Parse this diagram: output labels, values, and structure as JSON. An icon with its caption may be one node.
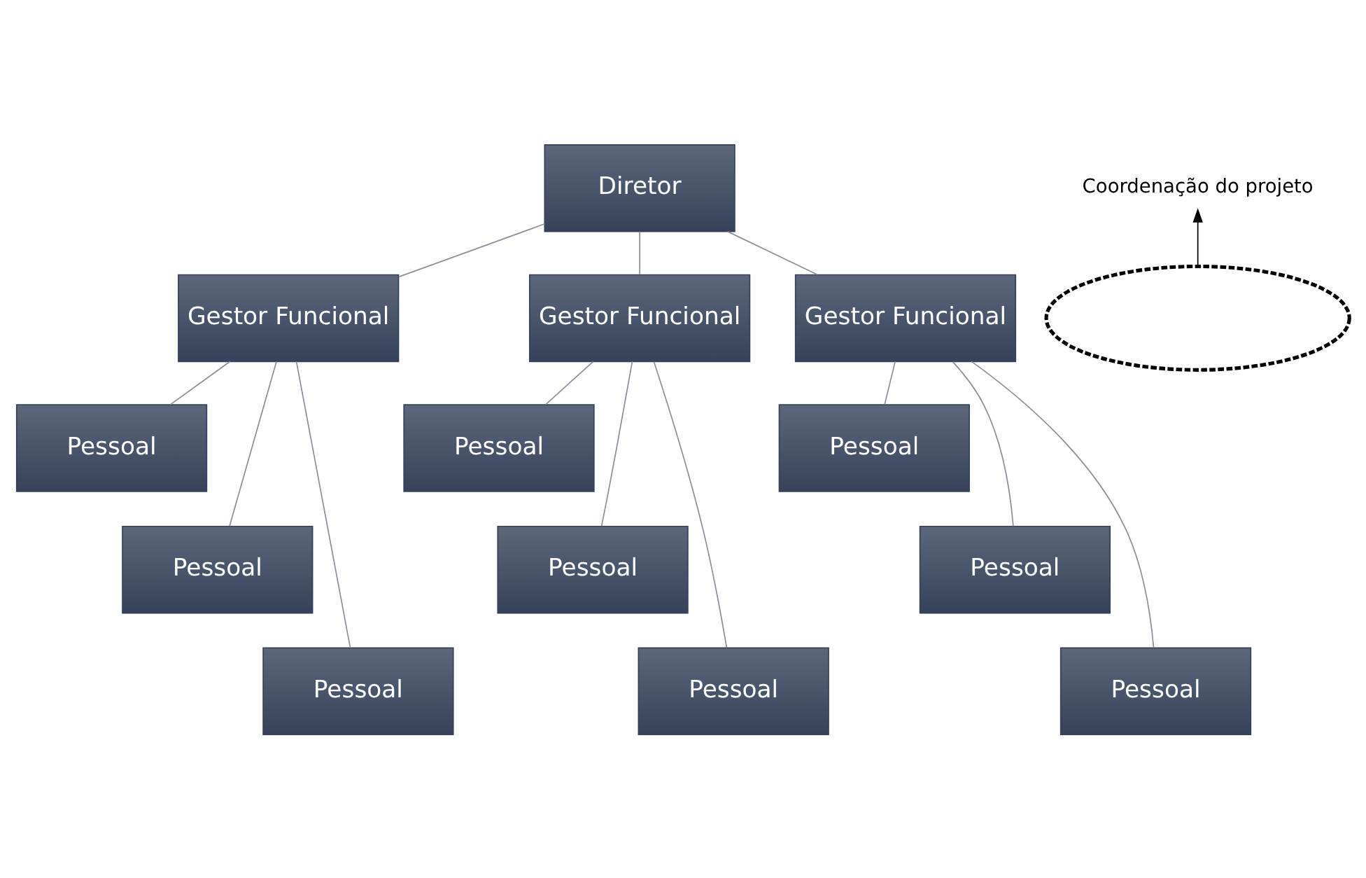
{
  "diagram": {
    "nodes": [
      {
        "text": [
          "Diretor"
        ]
      },
      {
        "text": [
          "Coordenação do projeto"
        ]
      },
      {
        "text": [],
        "shape": "ellipse"
      },
      {
        "text": [
          "Gestor Funcional"
        ]
      },
      {
        "text": [
          "Gestor Funcional"
        ]
      },
      {
        "text": [
          "Gestor Funcional"
        ]
      },
      {
        "text": [
          "Pessoal"
        ]
      },
      {
        "text": [
          "Pessoal"
        ]
      },
      {
        "text": [
          "Pessoal"
        ]
      },
      {
        "text": [
          "Pessoal"
        ]
      },
      {
        "text": [
          "Pessoal"
        ]
      },
      {
        "text": [
          "Pessoal"
        ]
      },
      {
        "text": [
          "Pessoal"
        ]
      },
      {
        "text": [
          "Pessoal"
        ]
      },
      {
        "text": [
          "Pessoal"
        ]
      }
    ],
    "edges": [
      {
        "from": 0,
        "to": 3,
        "arrow": "none"
      },
      {
        "from": 0,
        "to": 4,
        "arrow": "none"
      },
      {
        "from": 0,
        "to": 5,
        "arrow": "none"
      },
      {
        "from": 2,
        "to": 1,
        "arrow": "to",
        "color": "#000000"
      },
      {
        "from": 3,
        "to": 6,
        "arrow": "none"
      },
      {
        "from": 3,
        "to": 9,
        "arrow": "none"
      },
      {
        "from": 3,
        "to": 12,
        "arrow": "none"
      },
      {
        "from": 4,
        "to": 7,
        "arrow": "none"
      },
      {
        "from": 4,
        "to": 10,
        "arrow": "none"
      },
      {
        "from": 4,
        "to": 13,
        "arrow": "none"
      },
      {
        "from": 5,
        "to": 8,
        "arrow": "none"
      },
      {
        "from": 5,
        "to": 11,
        "arrow": "none"
      },
      {
        "from": 5,
        "to": 14,
        "arrow": "none"
      }
    ]
  }
}
